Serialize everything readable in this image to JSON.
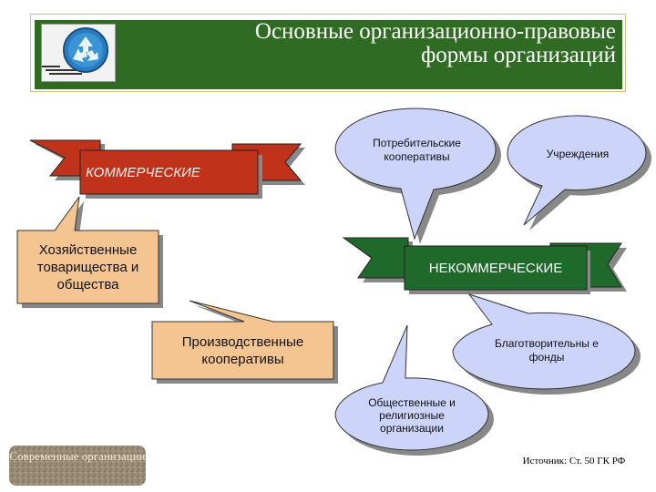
{
  "header": {
    "title_line1": "Основные организационно-правовые",
    "title_line2": "формы организаций"
  },
  "logo": {
    "icon": "recycle-icon"
  },
  "ribbons": {
    "commercial": "КОММЕРЧЕСКИЕ",
    "noncommercial": "НЕКОММЕРЧЕСКИЕ"
  },
  "callouts": {
    "business": "Хозяйственные товарищества и общества",
    "production": "Производственные кооперативы",
    "consumer": "Потребительские кооперативы",
    "institutions": "Учреждения",
    "charity": "Благотворительны е фонды",
    "public": "Общественные и религиозные организации"
  },
  "footer": {
    "badge": "Современные организации",
    "source": "Источник: Ст. 50 ГК РФ"
  },
  "colors": {
    "header_bg": "#2f6b22",
    "commercial_red": "#c0331a",
    "noncommercial_green": "#1f6a2a",
    "callout_tan": "#f4c590",
    "callout_lavender": "#ccd4fa"
  }
}
